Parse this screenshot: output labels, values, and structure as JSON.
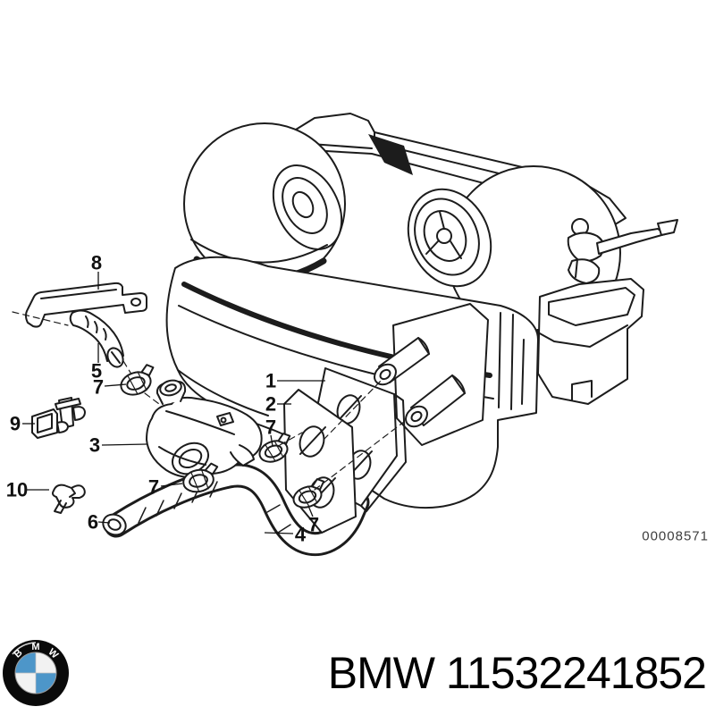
{
  "diagram": {
    "stamp": "00008571",
    "callouts": [
      {
        "label": "1"
      },
      {
        "label": "2"
      },
      {
        "label": "3"
      },
      {
        "label": "4"
      },
      {
        "label": "5"
      },
      {
        "label": "6"
      },
      {
        "label": "7"
      },
      {
        "label": "7"
      },
      {
        "label": "7"
      },
      {
        "label": "7"
      },
      {
        "label": "8"
      },
      {
        "label": "9"
      },
      {
        "label": "10"
      }
    ],
    "line_color": "#1c1c1c"
  },
  "footer": {
    "label": "BMW 11532241852",
    "logo": {
      "letters": [
        "B",
        "M",
        "W"
      ],
      "ring_color": "#0a0a0a",
      "blue": "#4d96c9",
      "white": "#f2f2f2"
    }
  }
}
